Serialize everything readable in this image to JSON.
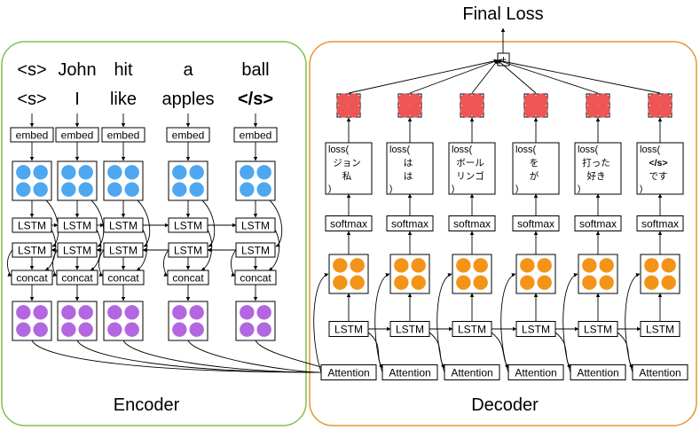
{
  "title": "Final Loss",
  "sum_symbol": "+",
  "encoder": {
    "label": "Encoder",
    "tokens_row1": [
      "<s>",
      "John",
      "hit",
      "a",
      "ball"
    ],
    "tokens_row2": [
      "<s>",
      "I",
      "like",
      "apples",
      "</s>"
    ],
    "embed_label": "embed",
    "lstm_label": "LSTM",
    "concat_label": "concat"
  },
  "decoder": {
    "label": "Decoder",
    "loss_label": "loss(",
    "loss_close": ")",
    "softmax_label": "softmax",
    "lstm_label": "LSTM",
    "attention_label": "Attention",
    "loss_lines": [
      [
        "ジョン",
        "私"
      ],
      [
        "は",
        "は"
      ],
      [
        "ボール",
        "リンゴ"
      ],
      [
        "を",
        "が"
      ],
      [
        "打った",
        "好き"
      ],
      [
        "</s>",
        "です"
      ]
    ]
  },
  "colors": {
    "encoder_frame": "#7fc24f",
    "decoder_frame": "#e8962f",
    "encoder_embed_dots": "#4ea7f0",
    "encoder_concat_dots": "#b266e0",
    "decoder_hidden_dots": "#f39419",
    "decoder_output_dots": "#ee5555",
    "eos_highlight": "#a94fd6",
    "text": "#000000"
  }
}
